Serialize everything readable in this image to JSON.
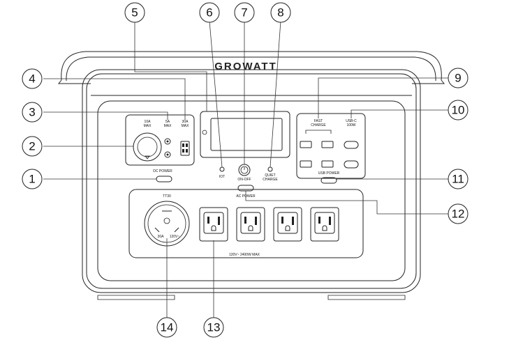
{
  "brand": "GROWATT",
  "panel_labels": {
    "car_10a": "10A",
    "car_10a_max": "MAX",
    "dc_5a": "5A",
    "dc_5a_max": "MAX",
    "anderson_30a": "30A",
    "anderson_30a_max": "MAX",
    "dc_power": "DC POWER",
    "iot": "IOT",
    "on_off": "ON-OFF",
    "quiet_charge_1": "QUIET",
    "quiet_charge_2": "CHARGE",
    "fast_charge_1": "FAST",
    "fast_charge_2": "CHARGE",
    "usbc_1": "USB-C",
    "usbc_2": "100W",
    "usb_power": "USB POWER",
    "ac_power": "AC POWER",
    "tt30": "TT30",
    "tt30_30a": "30A",
    "tt30_120v": "120V~",
    "ac_rating": "120V~ 2400W MAX"
  },
  "callouts": [
    "1",
    "2",
    "3",
    "4",
    "5",
    "6",
    "7",
    "8",
    "9",
    "10",
    "11",
    "12",
    "13",
    "14"
  ]
}
